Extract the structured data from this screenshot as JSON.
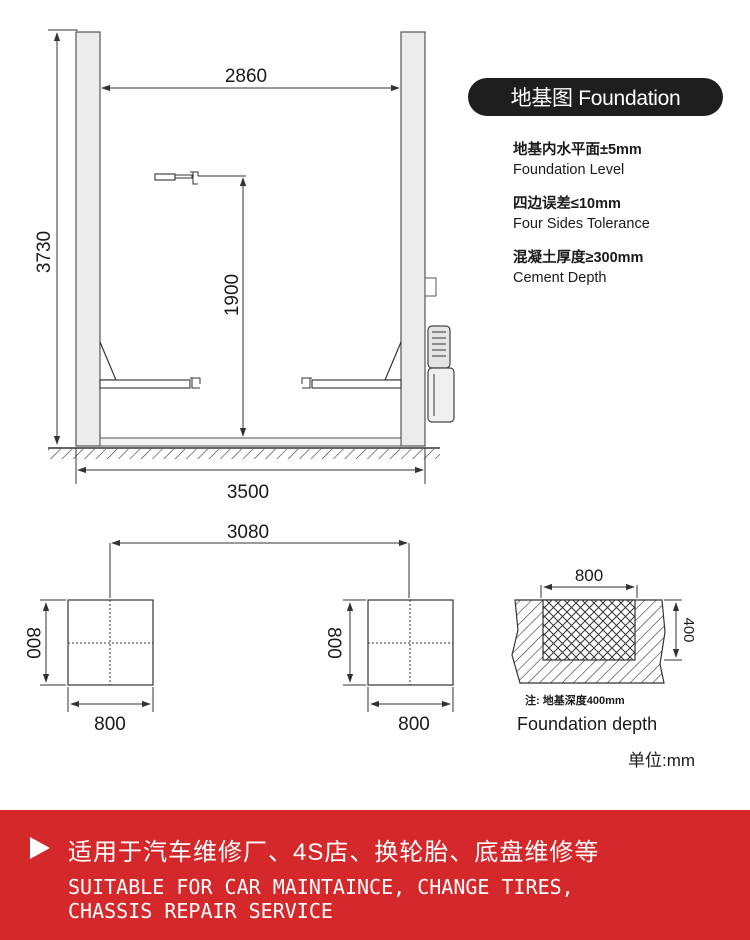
{
  "title": "地基图 Foundation",
  "specs": [
    {
      "cn": "地基内水平面±5mm",
      "en": "Foundation Level"
    },
    {
      "cn": "四边误差≤10mm",
      "en": "Four Sides Tolerance"
    },
    {
      "cn": "混凝土厚度≥300mm",
      "en": "Cement Depth"
    }
  ],
  "dimensions": {
    "column_spacing": "2860",
    "total_height": "3730",
    "arm_height": "1900",
    "base_width": "3500",
    "pad_spacing": "3080",
    "pad_left_width": "800",
    "pad_left_height": "800",
    "pad_right_width": "800",
    "pad_right_height": "800",
    "section_width": "800",
    "section_depth": "400"
  },
  "note": "注: 地基深度400mm",
  "foundation_depth_label": "Foundation depth",
  "unit_label": "单位:mm",
  "banner": {
    "cn": "适用于汽车维修厂、4S店、换轮胎、底盘维修等",
    "en_line1": "SUITABLE FOR CAR MAINTAINCE, CHANGE TIRES,",
    "en_line2": "CHASSIS REPAIR SERVICE"
  }
}
